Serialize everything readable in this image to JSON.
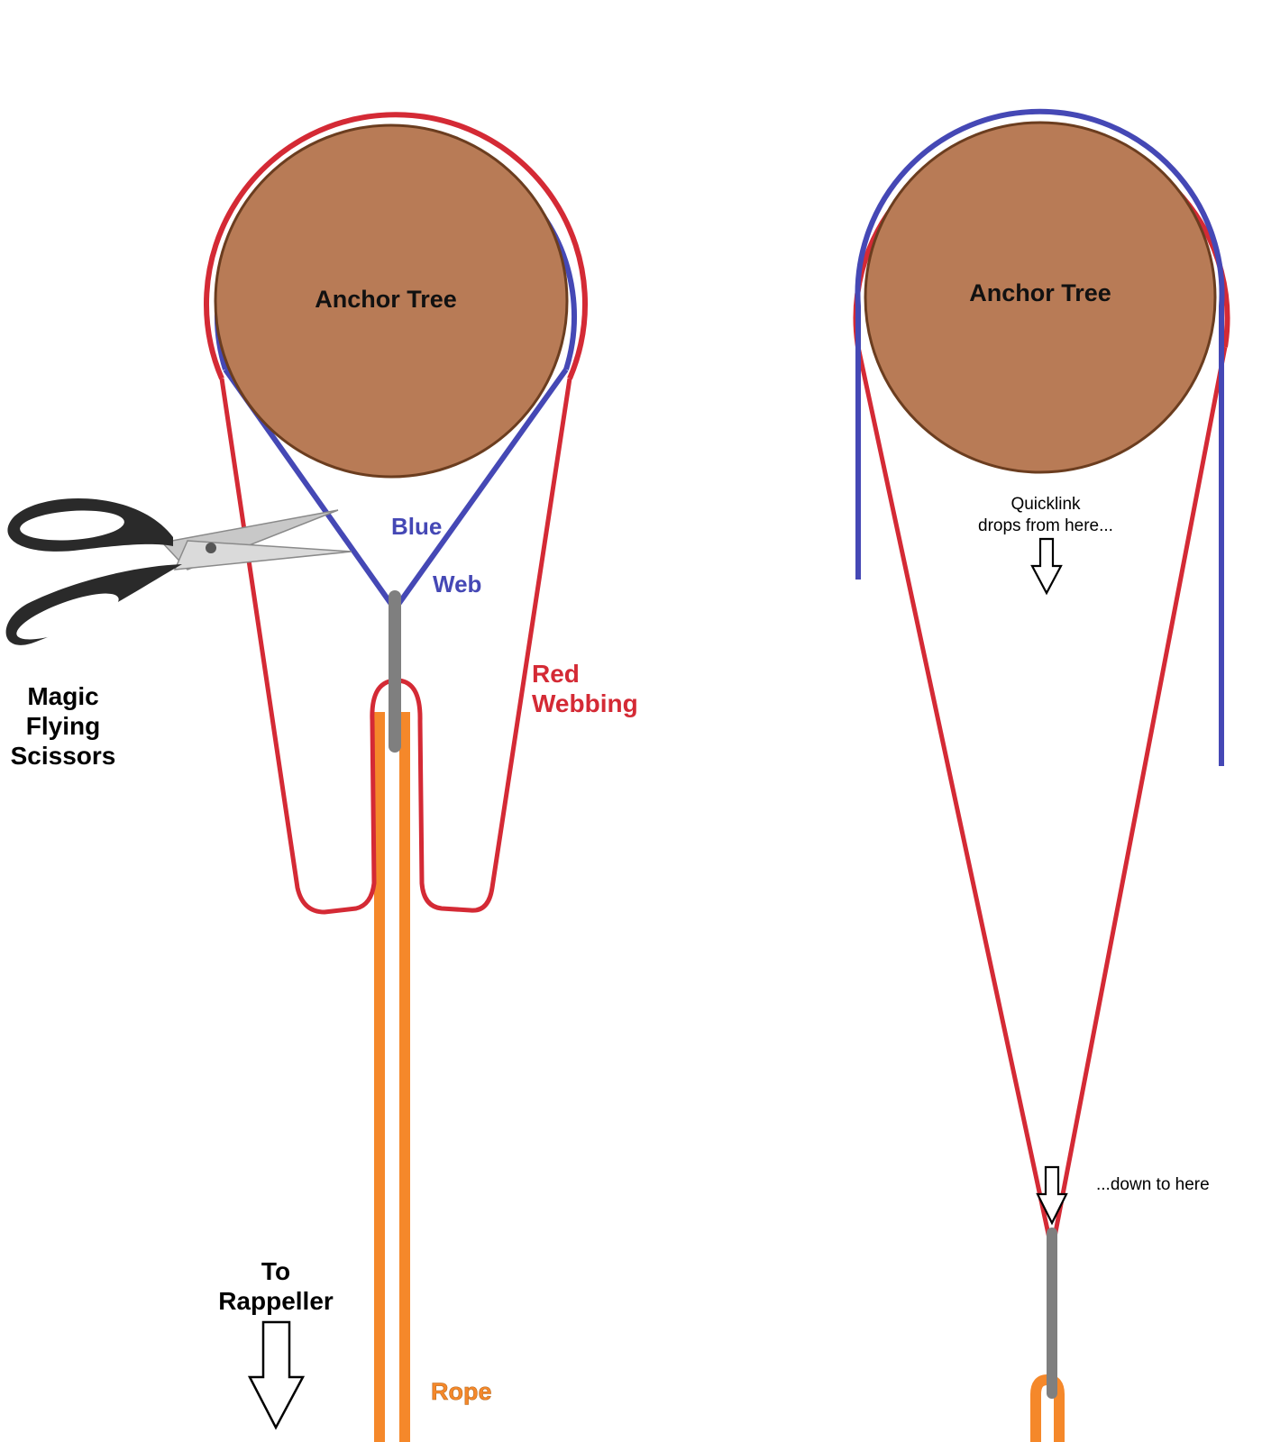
{
  "left": {
    "tree_label": "Anchor Tree",
    "blue_label_1": "Blue",
    "blue_label_2": "Web",
    "red_label_1": "Red",
    "red_label_2": "Webbing",
    "scissors_label_1": "Magic",
    "scissors_label_2": "Flying",
    "scissors_label_3": "Scissors",
    "rappeller_label_1": "To",
    "rappeller_label_2": "Rappeller",
    "rope_label": "Rope"
  },
  "right": {
    "tree_label": "Anchor Tree",
    "drop_label_1": "Quicklink",
    "drop_label_2": "drops from here...",
    "down_label": "...down to here"
  },
  "colors": {
    "tree_fill": "#b87b56",
    "tree_stroke": "#6b3d1f",
    "red_webbing": "#d42a35",
    "blue_webbing": "#4548b5",
    "rope": "#f5882a",
    "quicklink": "#7f7f7f",
    "scissors_handle": "#2a2a2a",
    "scissors_blade": "#c8c8c8"
  }
}
